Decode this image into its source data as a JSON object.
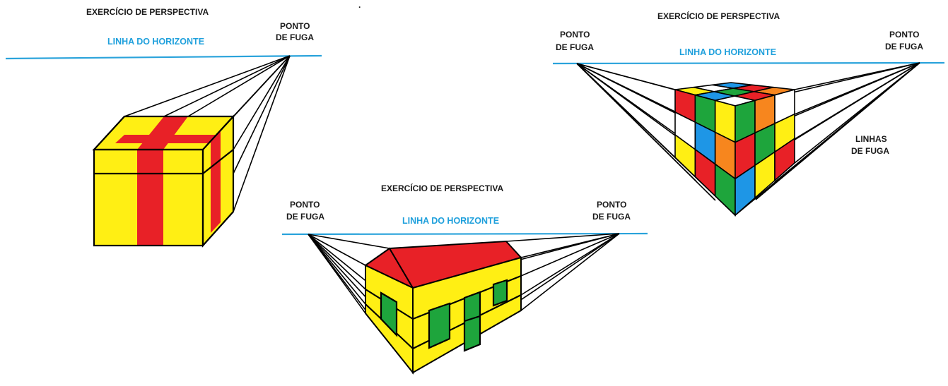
{
  "dot": ".",
  "panel_box": {
    "title": "EXERCÍCIO DE PERSPECTIVA",
    "horizon_label": "LINHA DO HORIZONTE",
    "vp_label_line1": "PONTO",
    "vp_label_line2": "DE FUGA"
  },
  "panel_cube": {
    "title": "EXERCÍCIO DE PERSPECTIVA",
    "horizon_label": "LINHA DO HORIZONTE",
    "vp_left_line1": "PONTO",
    "vp_left_line2": "DE FUGA",
    "vp_right_line1": "PONTO",
    "vp_right_line2": "DE FUGA",
    "lines_label_line1": "LINHAS",
    "lines_label_line2": "DE FUGA"
  },
  "panel_house": {
    "title": "EXERCÍCIO DE PERSPECTIVA",
    "horizon_label": "LINHA DO HORIZONTE",
    "vp_left_line1": "PONTO",
    "vp_left_line2": "DE FUGA",
    "vp_right_line1": "PONTO",
    "vp_right_line2": "DE FUGA"
  },
  "colors": {
    "horizon": "#2aa3db",
    "label_blue": "#1fa0dc",
    "yellow": "#ffef14",
    "red": "#e82127",
    "green": "#1ea53c",
    "blue": "#1e96e6",
    "orange": "#f7861e",
    "white": "#ffffff"
  }
}
